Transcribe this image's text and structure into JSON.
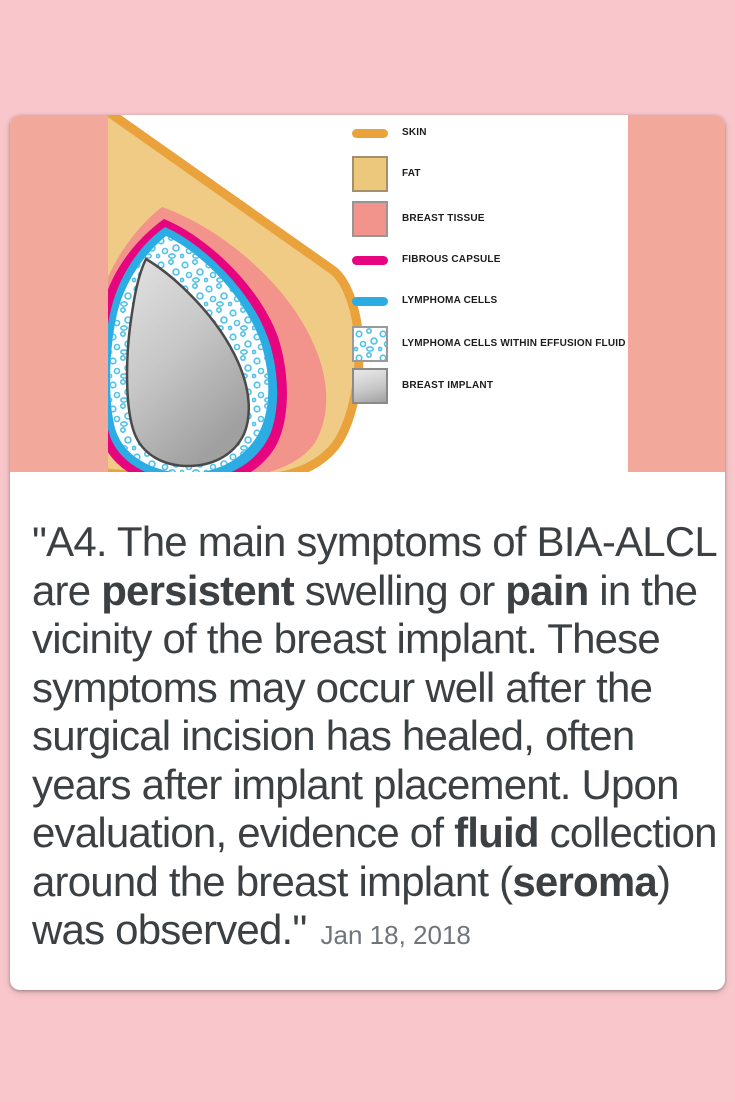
{
  "page": {
    "background": "#F9C7CB",
    "card_background": "#FFFFFF",
    "side_bar_color": "#F3A89C"
  },
  "figure": {
    "diagram": {
      "skin": "#E9A23C",
      "fat": "#F0CB85",
      "breast_tissue": "#F2948C",
      "fibrous_capsule": "#E6047F",
      "lymphoma_cells": "#2BACE2",
      "effusion_fluid": "#FFFFFF",
      "cell_stroke": "#55C1E8",
      "cell_fill": "#EDFAFF",
      "implant_light": "#E2E2E2",
      "implant_mid": "#C7C7C7",
      "implant_dark": "#A0A0A0",
      "implant_outline": "#4A4A4A"
    },
    "legend": {
      "items": [
        {
          "label": "SKIN",
          "swatch": "line",
          "color": "#E9A23C"
        },
        {
          "label": "FAT",
          "swatch": "square",
          "color": "#ECC87D",
          "border": "#A4906A"
        },
        {
          "label": "BREAST TISSUE",
          "swatch": "square",
          "color": "#F2948C",
          "border": "#969696"
        },
        {
          "label": "FIBROUS CAPSULE",
          "swatch": "line",
          "color": "#E6047F"
        },
        {
          "label": "LYMPHOMA CELLS",
          "swatch": "line",
          "color": "#2BACE2"
        },
        {
          "label": "LYMPHOMA CELLS WITHIN EFFUSION FLUID",
          "swatch": "cells",
          "color": "#EDFAFF",
          "border": "#9A9A9A"
        },
        {
          "label": "BREAST IMPLANT",
          "swatch": "implant",
          "color": "#C9C9C9",
          "border": "#8A8A8A"
        }
      ]
    }
  },
  "quote": {
    "text_color": "#3C4043",
    "date_color": "#70757A",
    "lines": [
      [
        {
          "t": "\"A4. The main symptoms of BIA-ALCL"
        }
      ],
      [
        {
          "t": "are "
        },
        {
          "t": "persistent",
          "b": true
        },
        {
          "t": " swelling or "
        },
        {
          "t": "pain",
          "b": true
        },
        {
          "t": " in the"
        }
      ],
      [
        {
          "t": "vicinity of the breast implant. These"
        }
      ],
      [
        {
          "t": "symptoms may occur well after the"
        }
      ],
      [
        {
          "t": "surgical incision has healed, often"
        }
      ],
      [
        {
          "t": "years after implant placement. Upon"
        }
      ],
      [
        {
          "t": "evaluation, evidence of "
        },
        {
          "t": "fluid",
          "b": true
        },
        {
          "t": " collection"
        }
      ],
      [
        {
          "t": "around the breast implant ("
        },
        {
          "t": "seroma",
          "b": true
        },
        {
          "t": ")"
        }
      ],
      [
        {
          "t": "was observed.\""
        }
      ]
    ],
    "date": "Jan 18, 2018"
  }
}
